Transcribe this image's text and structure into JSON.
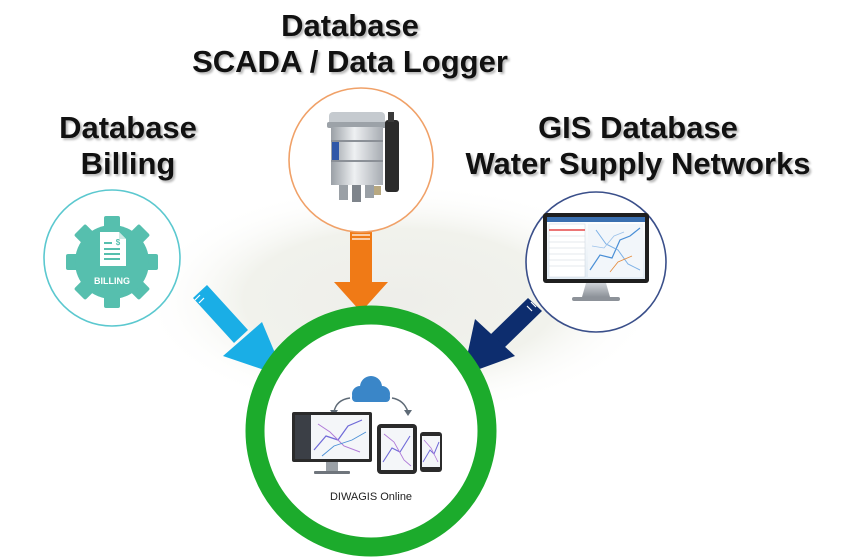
{
  "headings": {
    "billing": {
      "line1": "Database",
      "line2": "Billing"
    },
    "scada": {
      "line1": "Database",
      "line2": "SCADA / Data Logger"
    },
    "gis": {
      "line1": "GIS Database",
      "line2": "Water Supply Networks"
    }
  },
  "nodes": {
    "billing": {
      "icon_label": "BILLING",
      "icon": "billing-gear-icon",
      "ring_color": "#5bc8cf"
    },
    "scada": {
      "icon": "data-logger-device-icon",
      "ring_color": "#f0a168"
    },
    "gis": {
      "icon": "gis-monitor-icon",
      "ring_color": "#3a4f8a"
    },
    "hub": {
      "label": "DIWAGIS Online",
      "icon": "cloud-sync-devices-icon",
      "ring_color": "#1cab2c"
    }
  },
  "arrows": {
    "billing": {
      "color": "#1aaee6"
    },
    "scada": {
      "color": "#f07a16"
    },
    "gis": {
      "color": "#0d2d6e"
    }
  }
}
